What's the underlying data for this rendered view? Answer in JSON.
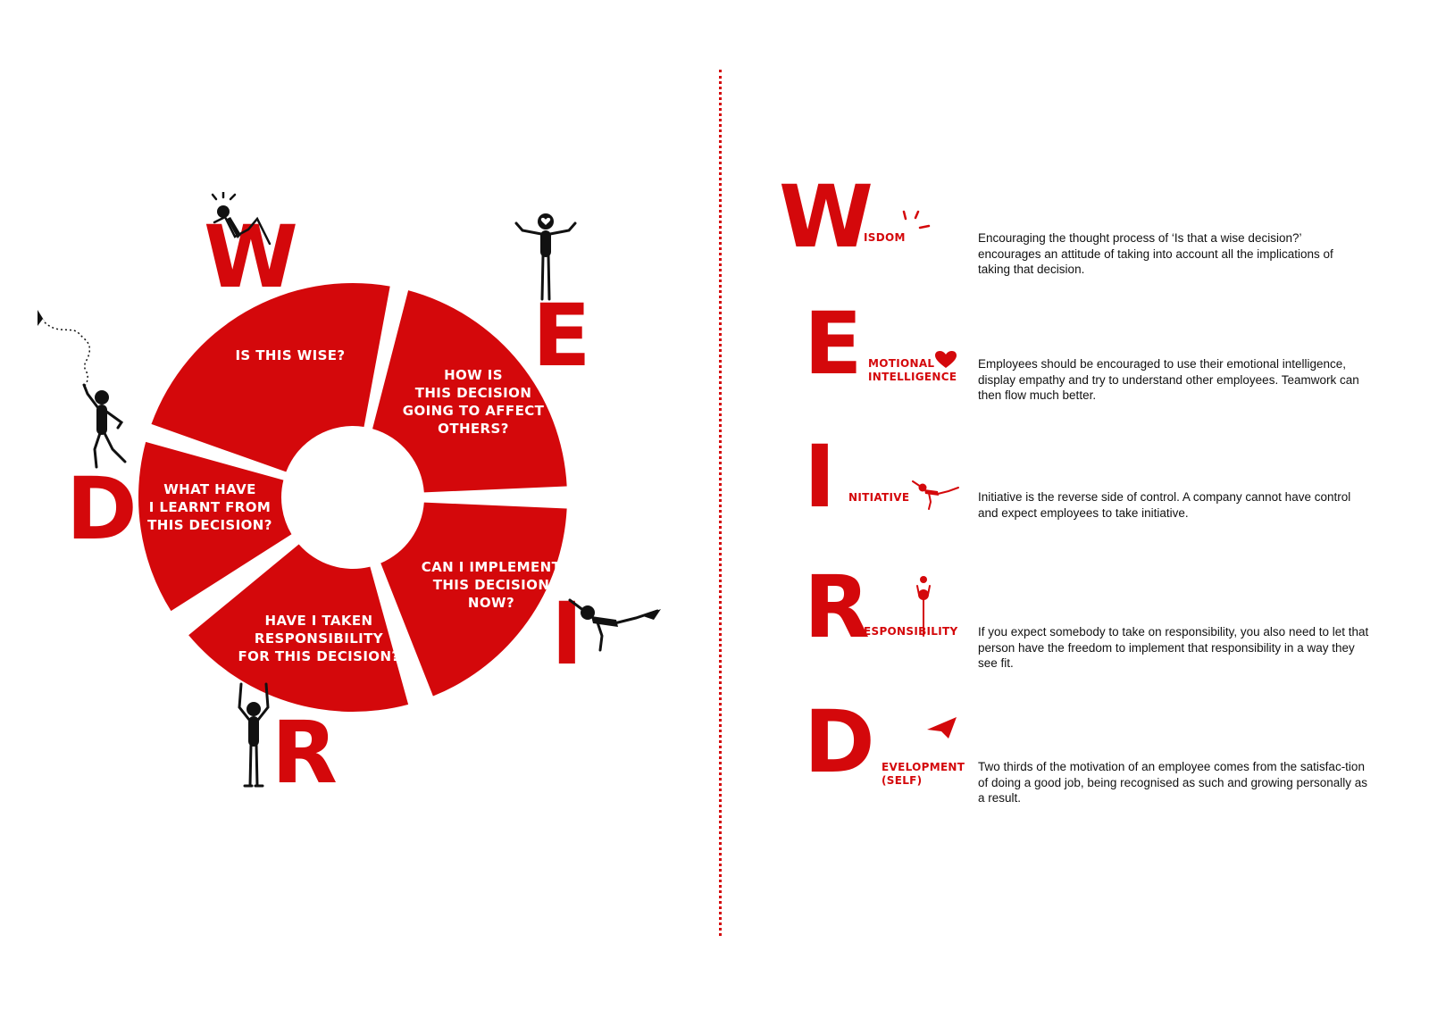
{
  "colors": {
    "accent": "#d4080b",
    "ink": "#111111",
    "background": "#ffffff"
  },
  "wheel": {
    "segments": [
      {
        "id": "wisdom",
        "text": "Is this wise?"
      },
      {
        "id": "emotional",
        "text": "How is\nthis decision\ngoing to affect\nothers?"
      },
      {
        "id": "initiative",
        "text": "Can I implement\nthis decision\nnow?"
      },
      {
        "id": "responsibility",
        "text": "Have I taken\nresponsibility\nfor this decision?"
      },
      {
        "id": "development",
        "text": "What have\nI learnt from\nthis decision?"
      }
    ],
    "letters": [
      "W",
      "E",
      "I",
      "R",
      "D"
    ]
  },
  "legend": [
    {
      "letter": "W",
      "word": "isdom",
      "icon": "sparkle-icon",
      "description": "Encouraging the thought process of  ‘Is that a wise decision?’ encourages an attitude of taking into account all the implications of taking that decision."
    },
    {
      "letter": "E",
      "word": "motional\nintelligence",
      "icon": "heart-icon",
      "description": "Employees should be encouraged to use their emotional intelligence, display empathy and try to understand other employees. Teamwork can then flow much better."
    },
    {
      "letter": "I",
      "word": "nitiative",
      "icon": "flying-figure-icon",
      "description": "Initiative is the reverse side of control. A company cannot have control and expect employees to take initiative."
    },
    {
      "letter": "R",
      "word": "esponsibility",
      "icon": "figure-holding-ball-icon",
      "description": "If you expect somebody to take on responsibility, you also need to let that person have the freedom to implement that responsibility in a way they see fit."
    },
    {
      "letter": "D",
      "word": "evelopment\n(self)",
      "icon": "paper-plane-icon",
      "description": "Two thirds of the motivation of an employee comes from the satisfac-tion of doing a good job, being recognised as such and growing personally as a result."
    }
  ]
}
